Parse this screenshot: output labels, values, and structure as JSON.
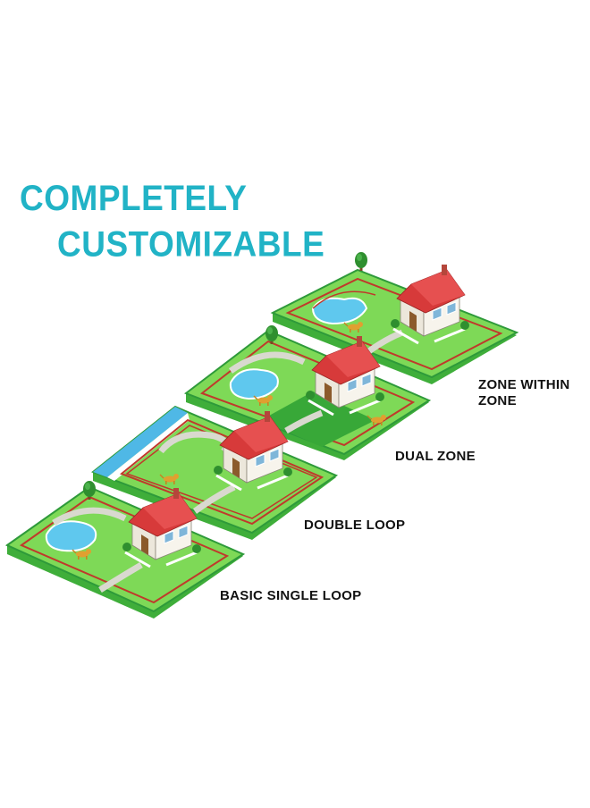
{
  "headline": {
    "line1": "COMPLETELY",
    "line2": "CUSTOMIZABLE"
  },
  "layouts": [
    {
      "id": "zone-within-zone",
      "lines": [
        "ZONE WITHIN",
        "ZONE"
      ]
    },
    {
      "id": "dual-zone",
      "lines": [
        "DUAL ZONE"
      ]
    },
    {
      "id": "double-loop",
      "lines": [
        "DOUBLE LOOP"
      ]
    },
    {
      "id": "basic-single-loop",
      "lines": [
        "BASIC SINGLE LOOP"
      ]
    }
  ],
  "colors": {
    "headline": "#21b3c6",
    "lawn": "#7ed957",
    "lawn_edge": "#2e9a3a",
    "lawn_side": "#3fae3a",
    "wire": "#c0392b",
    "roof": "#d73a3a",
    "wall": "#f5f1e8",
    "path": "#d9d9cf",
    "pond": "#5fc8ee",
    "river": "#4fb8e6"
  }
}
